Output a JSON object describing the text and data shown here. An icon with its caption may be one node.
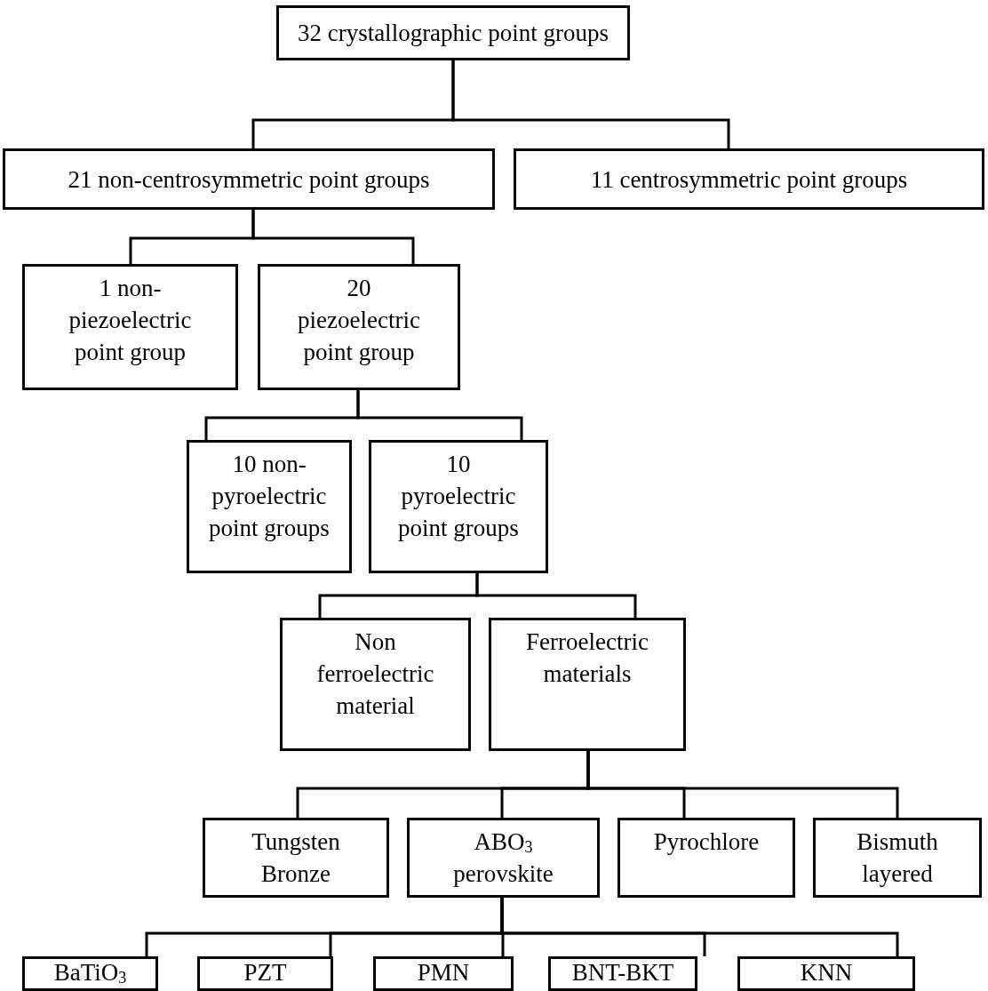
{
  "diagram": {
    "nodes": [
      {
        "text": [
          "32 crystallographic point groups"
        ]
      },
      {
        "text": [
          "21 non-centrosymmetric point groups"
        ]
      },
      {
        "text": [
          "11 centrosymmetric point groups"
        ]
      },
      {
        "text": [
          "1 non-piezoelectric point group"
        ]
      },
      {
        "text": [
          "20 piezoelectric point group"
        ]
      },
      {
        "text": [
          "10 non-pyroelectric point groups"
        ]
      },
      {
        "text": [
          "10 pyroelectric point groups"
        ]
      },
      {
        "text": [
          "Non ferroelectric material"
        ]
      },
      {
        "text": [
          "Ferroelectric materials"
        ]
      },
      {
        "text": [
          "Tungsten Bronze"
        ]
      },
      {
        "text": [
          "ABO$_{3}$ perovskite"
        ]
      },
      {
        "text": [
          "Pyrochlore"
        ]
      },
      {
        "text": [
          "Bismuth layered"
        ]
      },
      {
        "text": [
          "BaTiO$_{3}$"
        ]
      },
      {
        "text": [
          "PZT"
        ]
      },
      {
        "text": [
          "PMN"
        ]
      },
      {
        "text": [
          "BNT-BKT"
        ]
      },
      {
        "text": [
          "KNN"
        ]
      }
    ],
    "edges": [
      {
        "from": 0,
        "to": 1,
        "arrow": "none"
      },
      {
        "from": 0,
        "to": 2,
        "arrow": "none"
      },
      {
        "from": 1,
        "to": 3,
        "arrow": "none"
      },
      {
        "from": 1,
        "to": 4,
        "arrow": "none"
      },
      {
        "from": 4,
        "to": 5,
        "arrow": "none"
      },
      {
        "from": 4,
        "to": 6,
        "arrow": "none"
      },
      {
        "from": 6,
        "to": 7,
        "arrow": "none"
      },
      {
        "from": 6,
        "to": 8,
        "arrow": "none"
      },
      {
        "from": 8,
        "to": 9,
        "arrow": "none"
      },
      {
        "from": 8,
        "to": 10,
        "arrow": "none"
      },
      {
        "from": 8,
        "to": 11,
        "arrow": "none"
      },
      {
        "from": 8,
        "to": 12,
        "arrow": "none"
      },
      {
        "from": 10,
        "to": 13,
        "arrow": "none"
      },
      {
        "from": 10,
        "to": 14,
        "arrow": "none"
      },
      {
        "from": 10,
        "to": 15,
        "arrow": "none"
      },
      {
        "from": 10,
        "to": 16,
        "arrow": "none"
      },
      {
        "from": 10,
        "to": 17,
        "arrow": "none"
      }
    ]
  }
}
